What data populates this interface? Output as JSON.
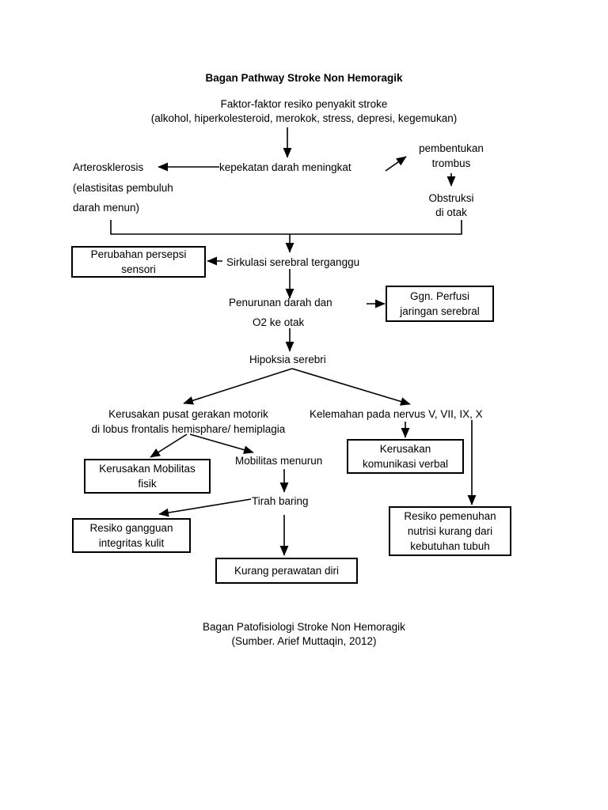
{
  "document": {
    "title": "Bagan Pathway Stroke Non Hemoragik",
    "caption_line1": "Bagan Patofisiologi Stroke Non Hemoragik",
    "caption_line2": "(Sumber. Arief Muttaqin, 2012)"
  },
  "nodes": {
    "risk_factors_line1": "Faktor-faktor resiko penyakit stroke",
    "risk_factors_line2": "(alkohol, hiperkolesteroid, merokok, stress, depresi, kegemukan)",
    "kepekatan": "kepekatan darah meningkat",
    "arterosklerosis": "Arterosklerosis",
    "arterosklerosis_line2": "(elastisitas pembuluh",
    "arterosklerosis_line3": "darah menun)",
    "pembentukan_trombus_line1": "pembentukan",
    "pembentukan_trombus_line2": "trombus",
    "obstruksi_line1": "Obstruksi",
    "obstruksi_line2": "di otak",
    "sirkulasi": "Sirkulasi serebral terganggu",
    "penurunan_line1": "Penurunan darah dan",
    "penurunan_line2": "O2 ke otak",
    "hipoksia": "Hipoksia serebri",
    "kerusakan_motorik_line1": "Kerusakan pusat gerakan motorik",
    "kerusakan_motorik_line2": "di lobus frontalis hemisphare/ hemiplagia",
    "kelemahan_nervus": "Kelemahan pada nervus V, VII, IX, X",
    "mobilitas_menurun": "Mobilitas menurun",
    "tirah_baring": "Tirah baring"
  },
  "boxes": {
    "perubahan_persepsi": "Perubahan persepsi\nsensori",
    "ggn_perfusi": "Ggn. Perfusi\njaringan serebral",
    "kerusakan_mobilitas": "Kerusakan Mobilitas\nfisik",
    "kerusakan_komunikasi": "Kerusakan\nkomunikasi verbal",
    "resiko_integritas": "Resiko gangguan\nintegritas kulit",
    "resiko_nutrisi": "Resiko pemenuhan\nnutrisi kurang dari\nkebutuhan tubuh",
    "kurang_perawatan": "Kurang perawatan diri"
  },
  "style": {
    "line_color": "#000000",
    "background": "#ffffff"
  }
}
